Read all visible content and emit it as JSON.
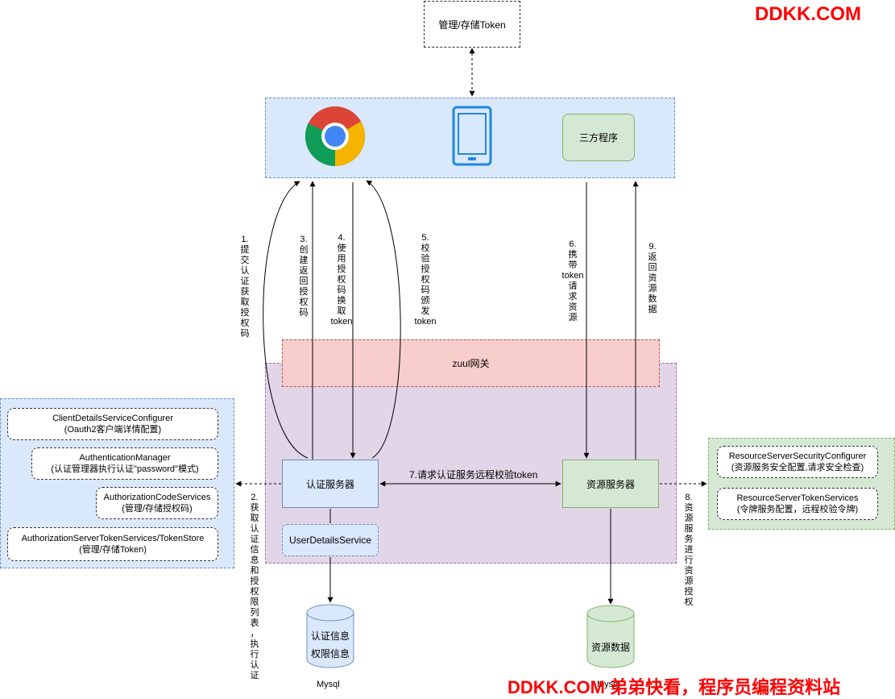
{
  "watermark": {
    "top": "DDKK.COM",
    "bottom": "DDKK.COM 弟弟快看，程序员编程资料站"
  },
  "token_store": {
    "label": "管理/存储Token"
  },
  "client_area": {
    "browser_icon": "chrome-browser-icon",
    "mobile_icon": "tablet-device-icon",
    "third_party": "三方程序"
  },
  "gateway": {
    "label": "zuul网关"
  },
  "auth_server": {
    "label": "认证服务器",
    "user_details": "UserDetailsService"
  },
  "resource_server": {
    "label": "资源服务器"
  },
  "auth_config": {
    "items": [
      {
        "line1": "ClientDetailsServiceConfigurer",
        "line2": "(Oauth2客户端详情配置)"
      },
      {
        "line1": "AuthenticationManager",
        "line2": "(认证管理器执行认证\"password\"模式)"
      },
      {
        "line1": "AuthorizationCodeServices",
        "line2": "(管理/存储授权码)"
      },
      {
        "line1": "AuthorizationServerTokenServices/TokenStore",
        "line2": "(管理/存储Token)"
      }
    ]
  },
  "resource_config": {
    "items": [
      {
        "line1": "ResourceServerSecurityConfigurer",
        "line2": "(资源服务安全配置,请求安全检查)"
      },
      {
        "line1": "ResourceServerTokenServices",
        "line2": "(令牌服务配置，远程校验令牌)"
      }
    ]
  },
  "databases": {
    "auth_db": {
      "line1": "认证信息",
      "line2": "权限信息",
      "caption": "Mysql"
    },
    "resource_db": {
      "label": "资源数据",
      "caption": "Mysql"
    }
  },
  "steps": {
    "s1": "1.\n提\n交\n认\n证\n获\n取\n授\n权\n码",
    "s2": "2.\n获\n取\n认\n证\n信\n息\n和\n授\n权\n限\n列\n表\n，\n执\n行\n认\n证",
    "s3": "3.\n创\n建\n返\n回\n授\n权\n码",
    "s4": "4.\n使\n用\n授\n权\n码\n换\n取\ntoken",
    "s5": "5.\n校\n验\n授\n权\n码\n颁\n发\ntoken",
    "s6": "6.\n携\n带\ntoken\n请\n求\n资\n源",
    "s7": "7.请求认证服务远程校验token",
    "s8": "8.\n资\n源\n服\n务\n进\n行\n资\n源\n授\n权",
    "s9": "9.\n返\n回\n资\n源\n数\n据"
  },
  "colors": {
    "client_bg": "#dae8fc",
    "gateway_bg": "#f8cecc",
    "purple_bg": "#e1d5e7",
    "green_bg": "#d5e8d4",
    "watermark": "#ff0000"
  }
}
